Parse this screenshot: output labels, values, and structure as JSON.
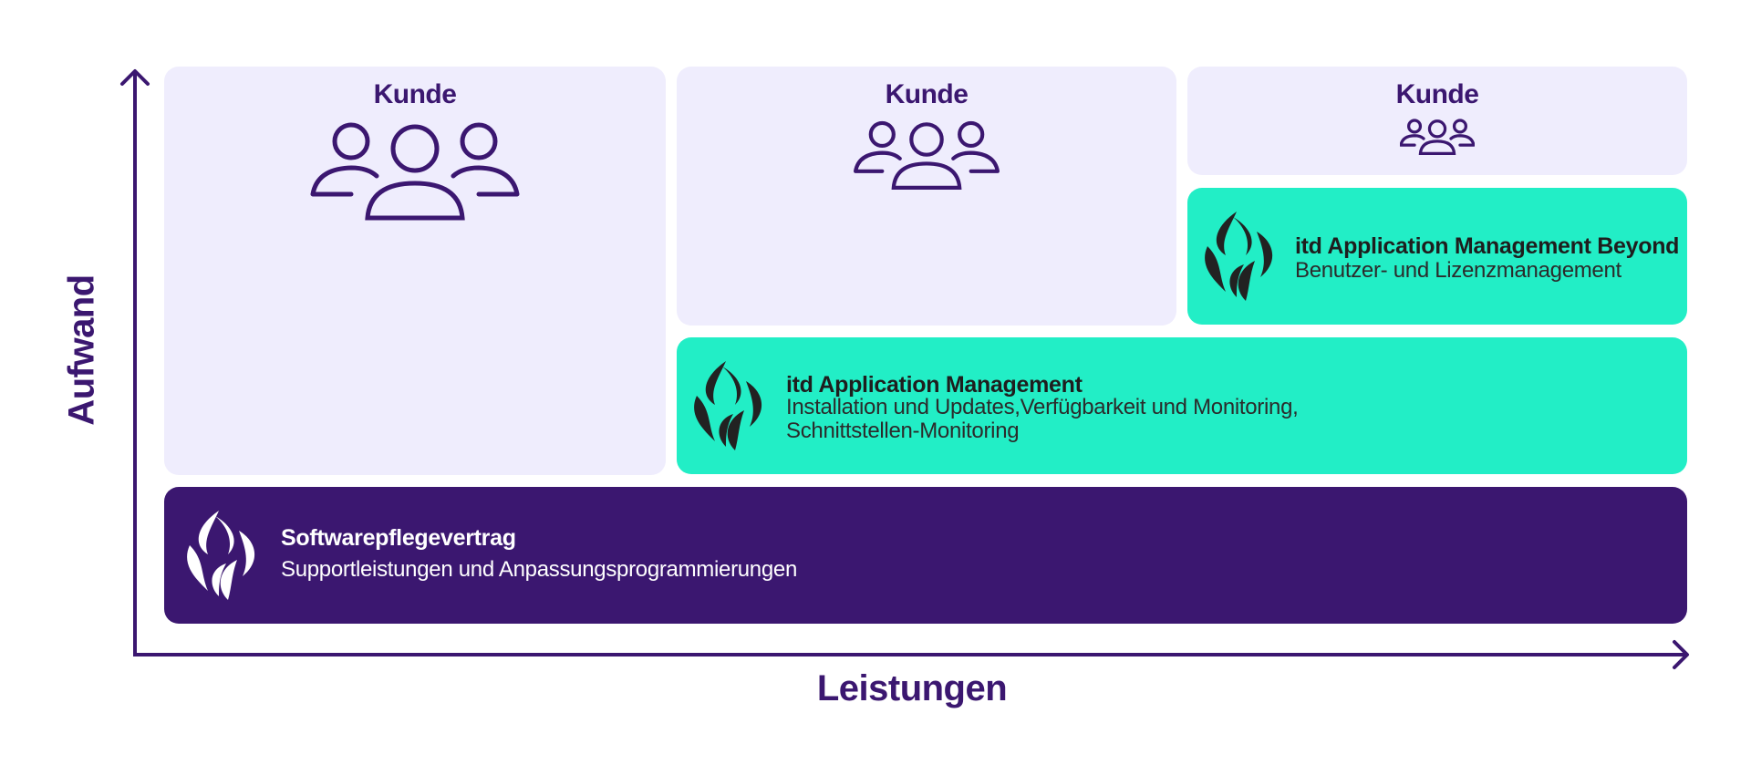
{
  "axes": {
    "y_label": "Aufwand",
    "x_label": "Leistungen",
    "color": "#3b1770"
  },
  "kunde_panels": [
    {
      "label": "Kunde",
      "icon": "users-icon-large"
    },
    {
      "label": "Kunde",
      "icon": "users-icon-medium"
    },
    {
      "label": "Kunde",
      "icon": "users-icon-small"
    }
  ],
  "services": {
    "beyond": {
      "title": "itd Application Management Beyond",
      "description": "Benutzer- und Lizenzmanagement",
      "icon": "itd-logo-icon",
      "color": "#22eec6"
    },
    "application_management": {
      "title": "itd Application Management",
      "description_line1": "Installation und Updates,Verfügbarkeit und Monitoring,",
      "description_line2": "Schnittstellen-Monitoring",
      "icon": "itd-logo-icon",
      "color": "#22eec6"
    },
    "softwarepflege": {
      "title": "Softwarepflegevertrag",
      "description": "Supportleistungen und Anpassungsprogrammierungen",
      "icon": "itd-logo-icon",
      "color": "#3b1770"
    }
  },
  "colors": {
    "panel_bg": "#efedfd",
    "accent_purple": "#3b1770",
    "accent_green": "#22eec6"
  }
}
